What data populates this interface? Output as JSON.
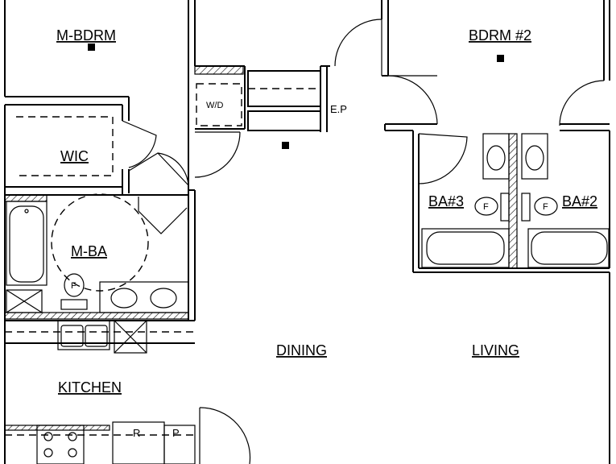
{
  "plan": {
    "rooms": {
      "master_bedroom": "M-BDRM",
      "bedroom_2": "BDRM  #2",
      "walk_in_closet": "WIC",
      "master_bath": "M-BA",
      "bath_3": "BA#3",
      "bath_2": "BA#2",
      "kitchen": "KITCHEN",
      "dining": "DINING",
      "living": "LIVING"
    },
    "fixtures": {
      "washer_dryer": "W/D",
      "electrical_panel": "E.P",
      "toilet_mark": "F",
      "refrigerator": "R",
      "pantry": "P"
    }
  }
}
